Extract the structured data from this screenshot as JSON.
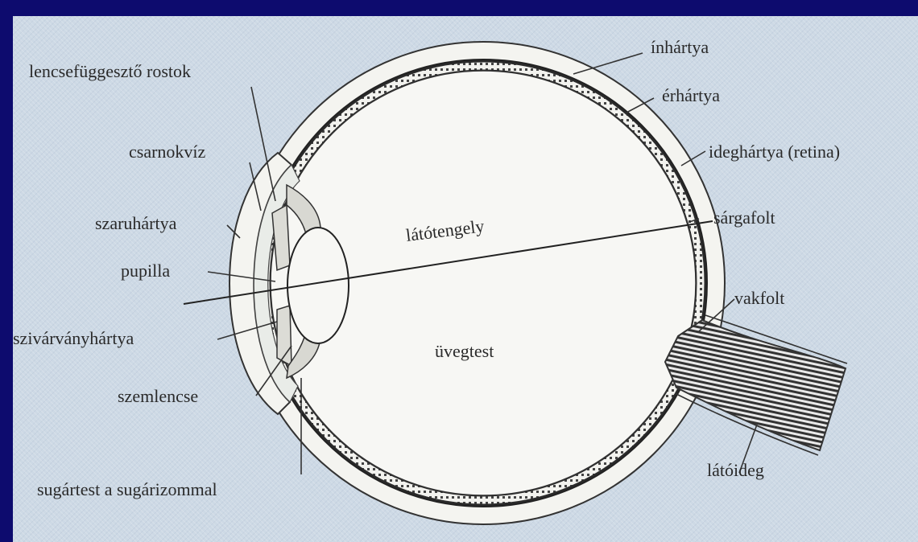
{
  "labels": {
    "ligaments": "lencsefüggesztő rostok",
    "aqueous": "csarnokvíz",
    "cornea": "szaruhártya",
    "pupil": "pupilla",
    "iris": "szivárványhártya",
    "lens": "szemlencse",
    "ciliary": "sugártest a  sugárizommal",
    "sclera": "ínhártya",
    "choroid": "érhártya",
    "retina": "ideghártya (retina)",
    "macula": "sárgafolt",
    "visual_axis": "látótengely",
    "blind_spot": "vakfolt",
    "vitreous": "üvegtest",
    "optic_nerve": "látóideg"
  },
  "colors": {
    "background": "#0d0b6e",
    "panel": "#cdd9e5",
    "ink": "#2a2a2a"
  }
}
